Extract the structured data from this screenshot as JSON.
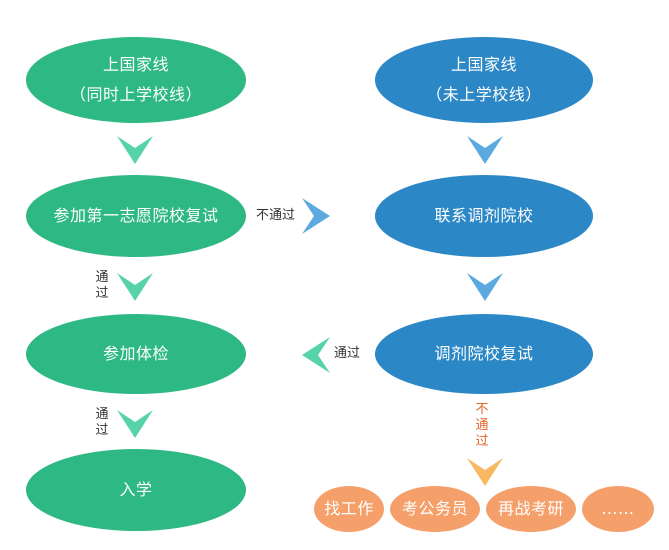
{
  "left_column": {
    "top_line1": "上国家线",
    "top_line2": "（同时上学校线）",
    "first_choice": "参加第一志愿院校复试",
    "physical": "参加体检",
    "enroll": "入学"
  },
  "right_column": {
    "top_line1": "上国家线",
    "top_line2": "（未上学校线）",
    "contact": "联系调剂院校",
    "adjust_retest": "调剂院校复试"
  },
  "labels": {
    "fail_1": "不通过",
    "pass_1": "通过",
    "pass_2": "通过",
    "pass_3": "通过",
    "fail_2": "不通过"
  },
  "outcomes": [
    "找工作",
    "考公务员",
    "再战考研",
    "……"
  ],
  "colors": {
    "green": "#2db884",
    "green_arrow": "#56d3a8",
    "blue": "#2b87c5",
    "blue_arrow": "#5aa9df",
    "orange": "#f5a06a",
    "orange_arrow": "#f7b861",
    "fail_text": "#e0662a"
  }
}
